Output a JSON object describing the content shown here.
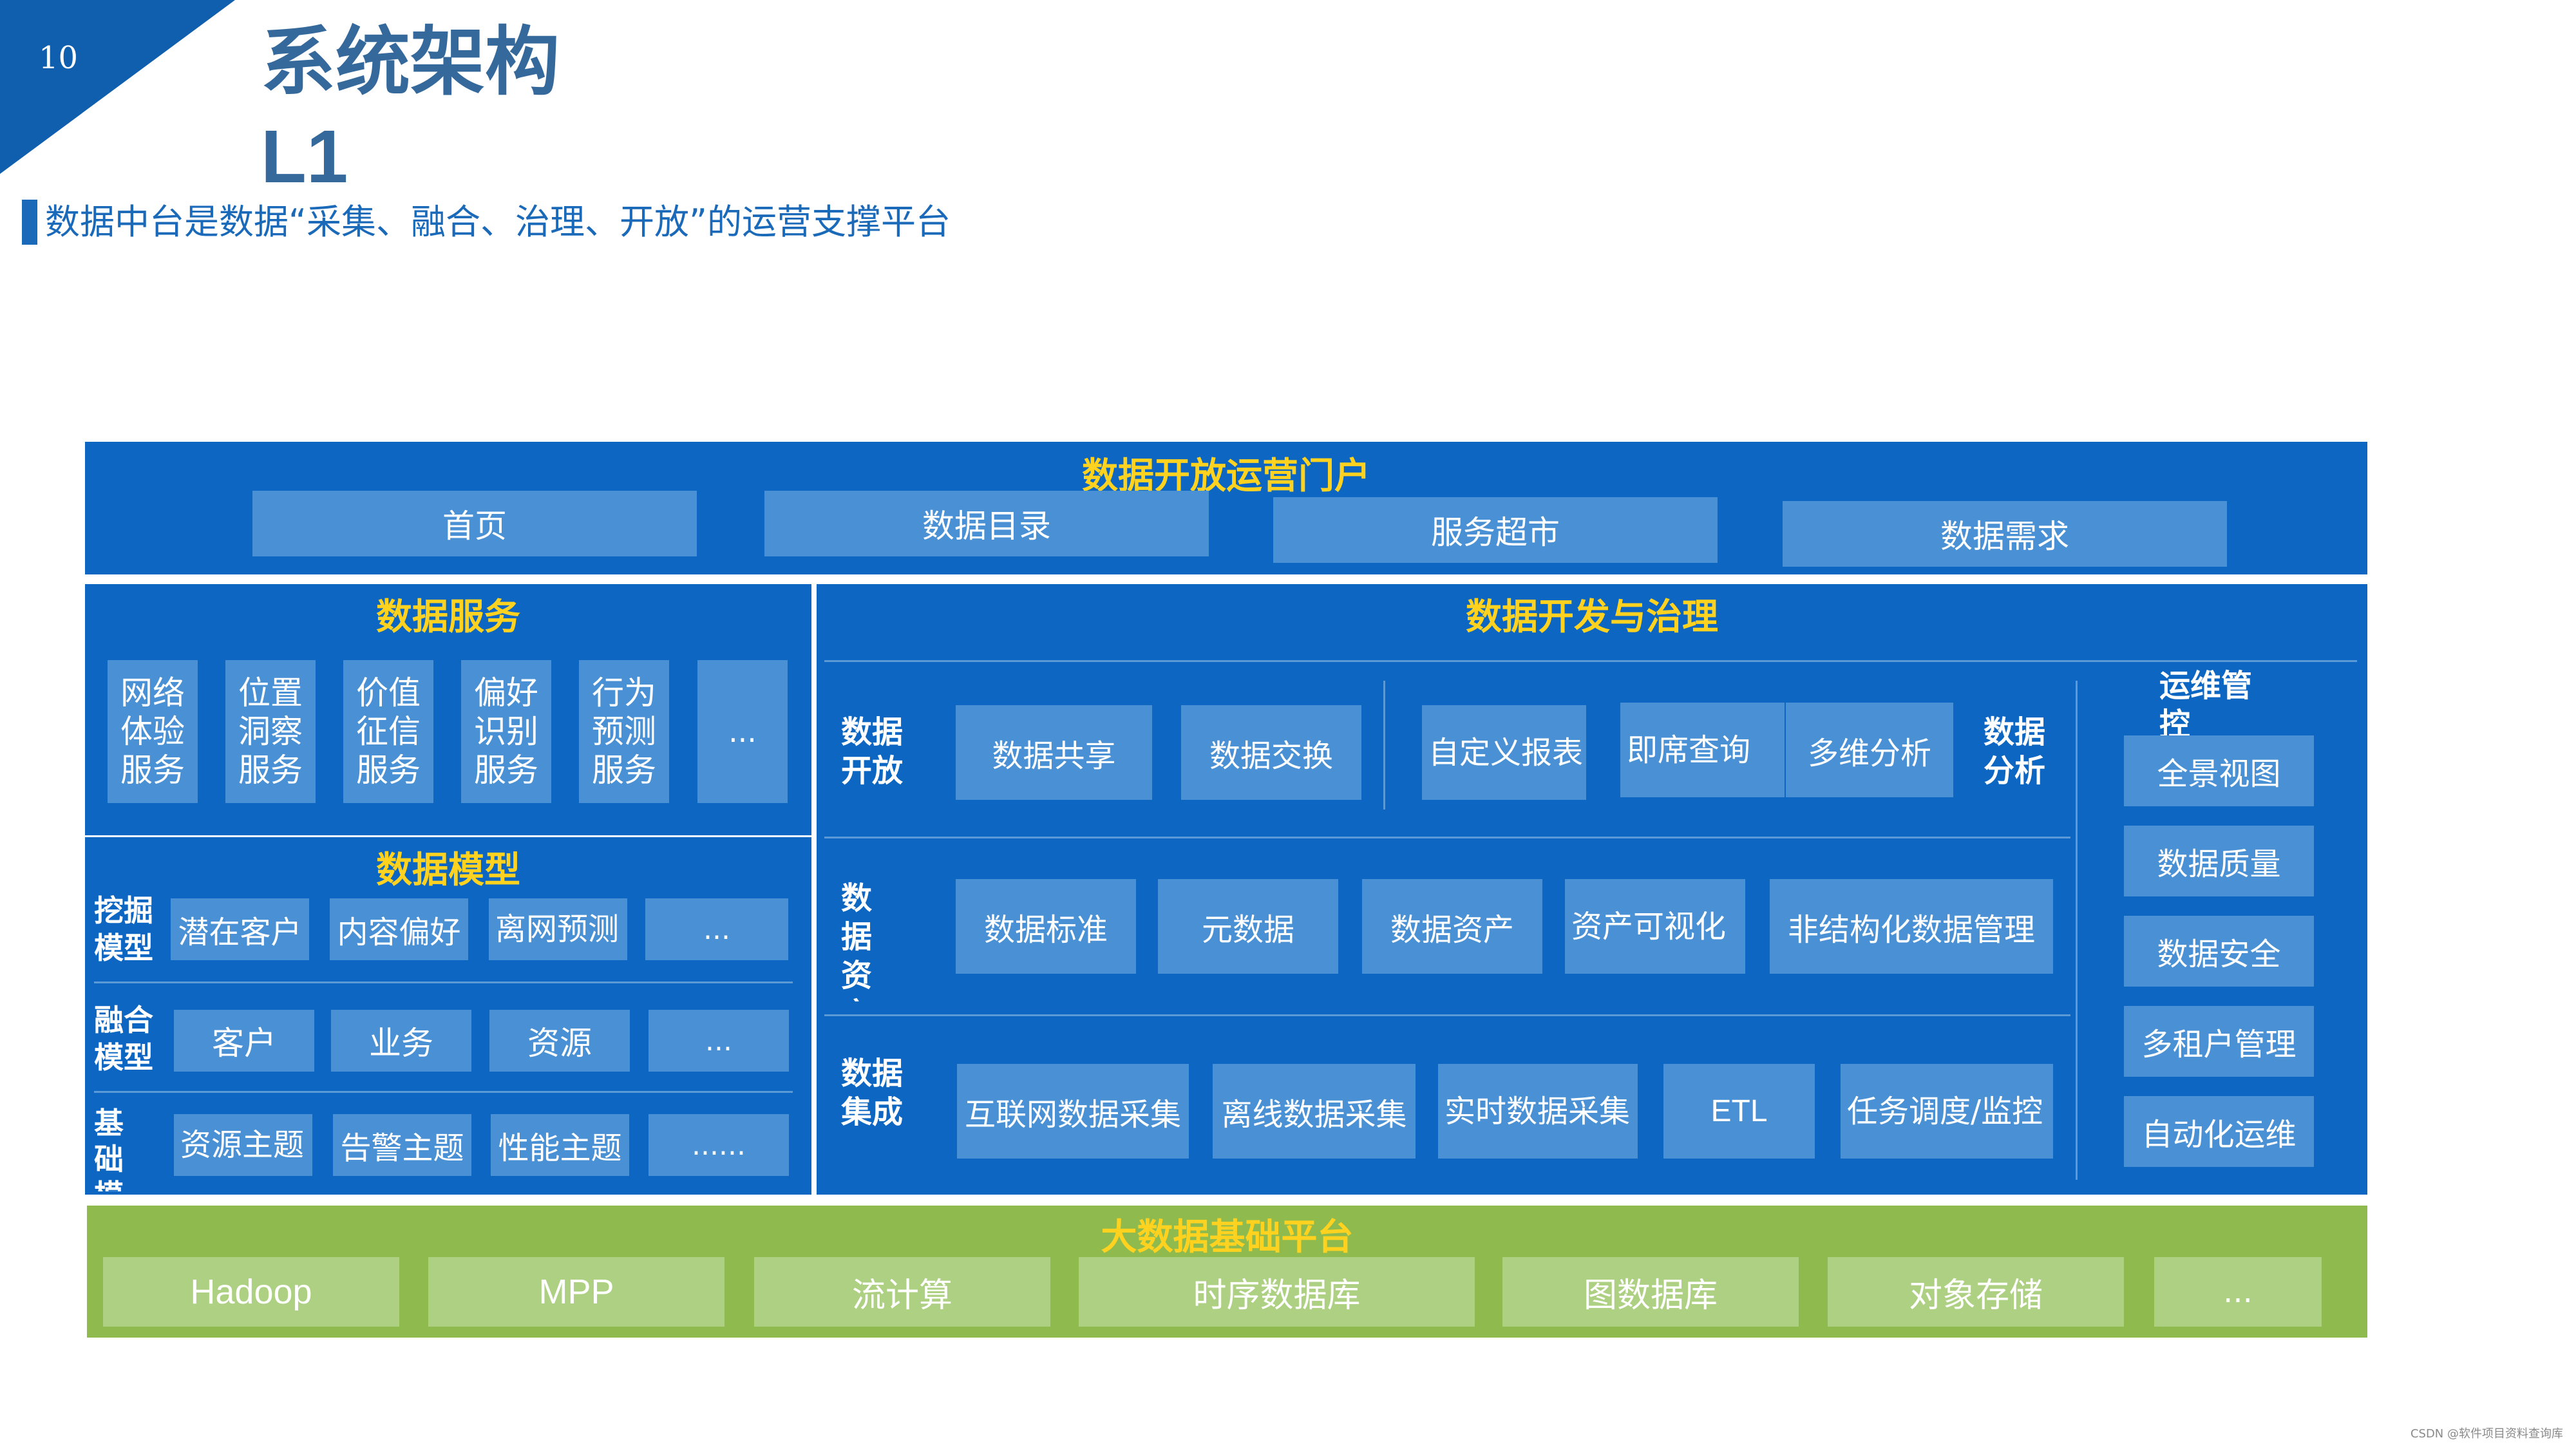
{
  "header": {
    "page_number": "10",
    "title": "系统架构",
    "title_line2": "L1",
    "subtitle": "数据中台是数据“采集、融合、治理、开放”的运营支撑平台"
  },
  "portal": {
    "title": "数据开放运营门户",
    "items": [
      "首页",
      "数据目录",
      "服务超市",
      "数据需求"
    ]
  },
  "services": {
    "title": "数据服务",
    "items": [
      "网络体验服务",
      "位置洞察服务",
      "价值征信服务",
      "偏好识别服务",
      "行为预测服务",
      "..."
    ]
  },
  "model": {
    "title": "数据模型",
    "rows": [
      {
        "label": "挖掘模型",
        "items": [
          "潜在客户",
          "内容偏好",
          "离网预测",
          "..."
        ]
      },
      {
        "label": "融合模型",
        "items": [
          "客户",
          "业务",
          "资源",
          "..."
        ]
      },
      {
        "label": "基础模型",
        "items": [
          "资源主题",
          "告警主题",
          "性能主题",
          "......"
        ]
      }
    ]
  },
  "dev": {
    "title": "数据开发与治理",
    "open": {
      "label": "数据开放",
      "items": [
        "数据共享",
        "数据交换"
      ]
    },
    "analysis": {
      "label": "数据分析",
      "items": [
        "自定义报表",
        "即席查询",
        "多维分析"
      ]
    },
    "asset": {
      "label": "数据资产",
      "items": [
        "数据标准",
        "元数据",
        "数据资产",
        "资产可视化",
        "非结构化数据管理"
      ]
    },
    "integration": {
      "label": "数据集成",
      "items": [
        "互联网数据采集",
        "离线数据采集",
        "实时数据采集",
        "ETL",
        "任务调度/监控"
      ]
    },
    "ops": {
      "label": "运维管控",
      "items": [
        "全景视图",
        "数据质量",
        "数据安全",
        "多租户管理",
        "自动化运维"
      ]
    }
  },
  "platform": {
    "title": "大数据基础平台",
    "items": [
      "Hadoop",
      "MPP",
      "流计算",
      "时序数据库",
      "图数据库",
      "对象存储",
      "..."
    ]
  },
  "watermark": "CSDN @软件项目资料查询库",
  "colors": {
    "panel": "#0d66c2",
    "box": "#4a90d4",
    "title_yellow": "#ffd21f",
    "green": "#8fba4e",
    "green_box": "#aed082",
    "heading": "#35699c"
  }
}
